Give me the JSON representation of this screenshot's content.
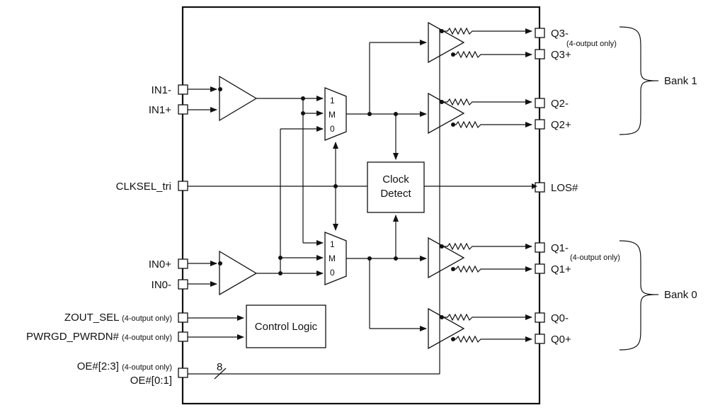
{
  "left_pins": {
    "in1_minus": "IN1-",
    "in1_plus": "IN1+",
    "clksel": "CLKSEL_tri",
    "in0_plus": "IN0+",
    "in0_minus": "IN0-",
    "zout_sel": "ZOUT_SEL",
    "zout_sel_note": "(4-output only)",
    "pwrgd": "PWRGD_PWRDN#",
    "pwrgd_note": "(4-output only)",
    "oe23": "OE#[2:3]",
    "oe23_note": "(4-output only)",
    "oe01": "OE#[0:1]"
  },
  "right_pins": {
    "q3_minus": "Q3-",
    "q3_note": "(4-output only)",
    "q3_plus": "Q3+",
    "q2_minus": "Q2-",
    "q2_plus": "Q2+",
    "los": "LOS#",
    "q1_minus": "Q1-",
    "q1_note": "(4-output only)",
    "q1_plus": "Q1+",
    "q0_minus": "Q0-",
    "q0_plus": "Q0+"
  },
  "banks": {
    "bank1": "Bank 1",
    "bank0": "Bank 0"
  },
  "blocks": {
    "clock_detect_line1": "Clock",
    "clock_detect_line2": "Detect",
    "control_logic": "Control Logic"
  },
  "mux_labels": {
    "top": [
      "1",
      "M",
      "0"
    ],
    "bottom": [
      "1",
      "M",
      "0"
    ]
  },
  "bus_width": "8"
}
